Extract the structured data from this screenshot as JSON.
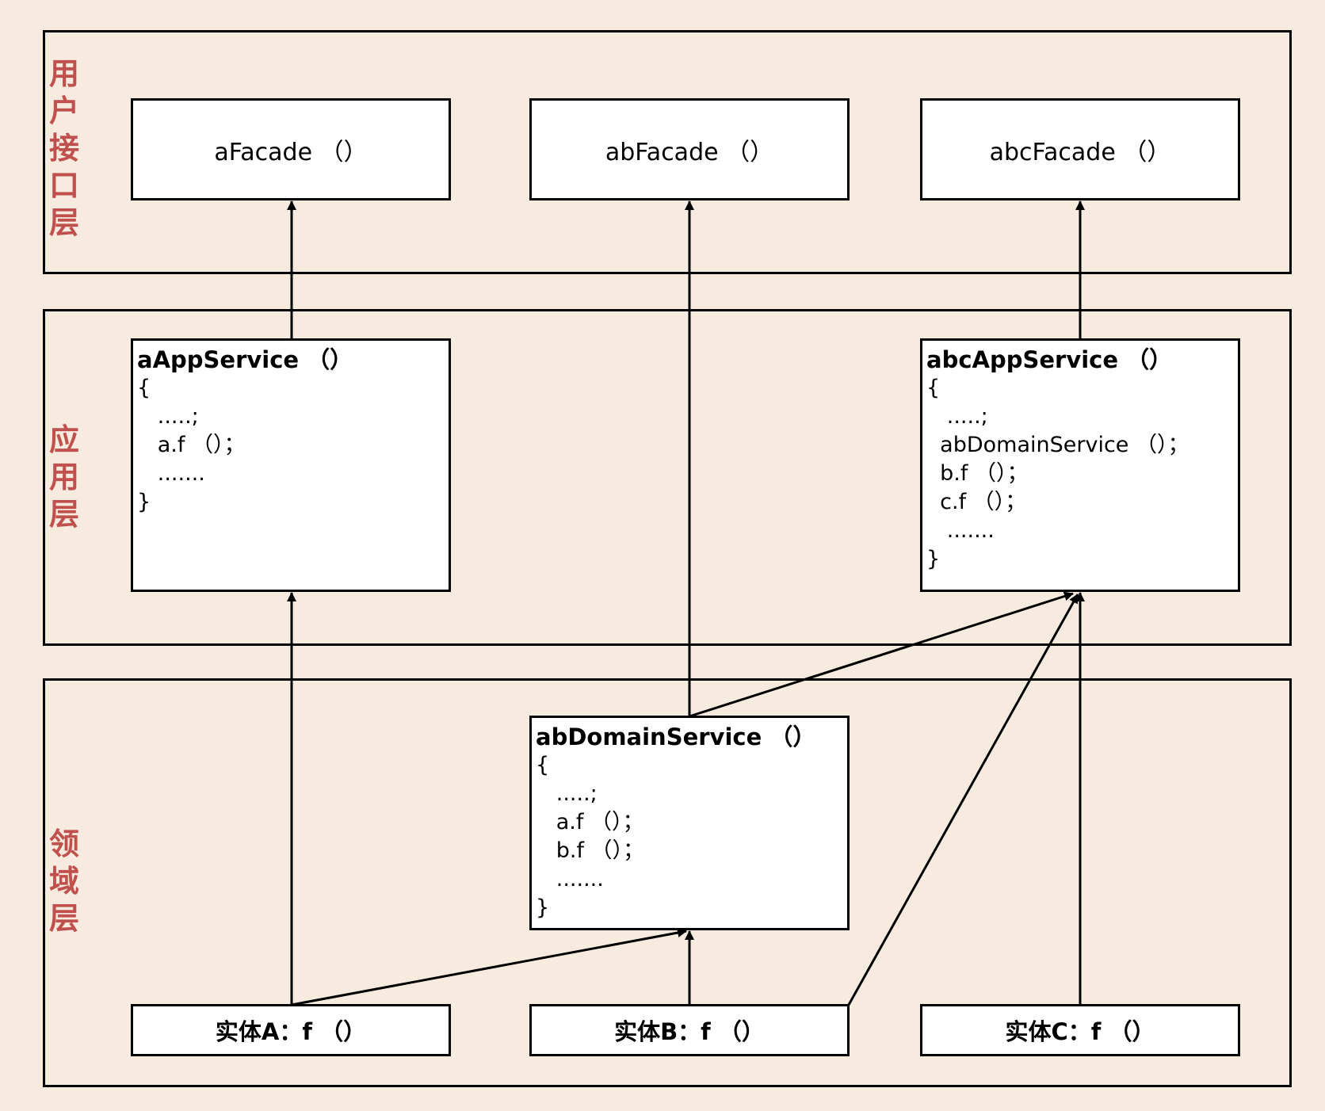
{
  "layers": {
    "ui": {
      "label": "用户接口层"
    },
    "app": {
      "label": "应用层"
    },
    "domain": {
      "label": "领域层"
    }
  },
  "facades": [
    {
      "label": "aFacade （）"
    },
    {
      "label": "abFacade （）"
    },
    {
      "label": "abcFacade （）"
    }
  ],
  "app_services": {
    "a": {
      "title": "aAppService （）",
      "lines": [
        "{",
        "   .....;",
        "   a.f （）；",
        "   .......",
        "}"
      ]
    },
    "abc": {
      "title": "abcAppService （）",
      "lines": [
        "{",
        "   .....;",
        "  abDomainService （）；",
        "  b.f （）；",
        "  c.f （）；",
        "   .......",
        "}"
      ]
    }
  },
  "domain_service": {
    "title": "abDomainService （）",
    "lines": [
      "{",
      "   .....;",
      "   a.f （）；",
      "   b.f （）；",
      "   .......",
      "}"
    ]
  },
  "entities": [
    {
      "label": "实体A：f （）"
    },
    {
      "label": "实体B：f （）"
    },
    {
      "label": "实体C：f （）"
    }
  ]
}
